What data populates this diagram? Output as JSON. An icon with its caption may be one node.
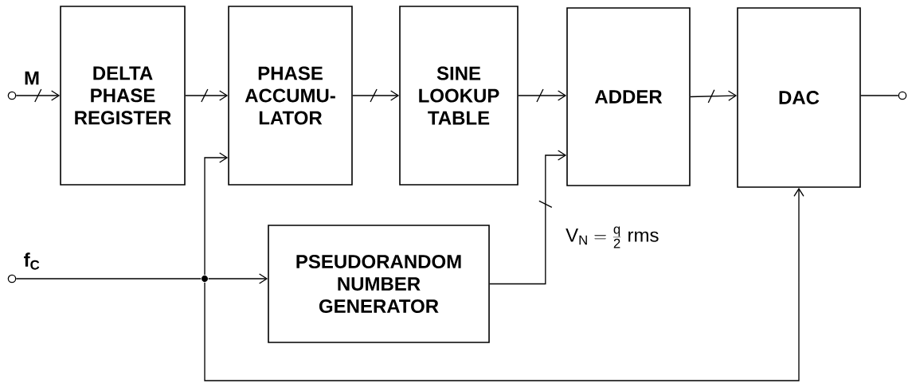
{
  "diagram": {
    "nodes": [
      {
        "text": [],
        "shape": "circle",
        "beside": [
          "M"
        ]
      },
      {
        "text": [
          "DELTA PHASE REGISTER"
        ]
      },
      {
        "text": [
          "PHASE ACCUMU- LATOR"
        ]
      },
      {
        "text": [
          "SINE LOOKUP TABLE"
        ]
      },
      {
        "text": [
          "ADDER"
        ]
      },
      {
        "text": [
          "DAC"
        ]
      },
      {
        "text": [],
        "shape": "circle"
      },
      {
        "text": [],
        "shape": "circle",
        "beside": [
          "f$_{C}$"
        ]
      },
      {
        "text": [
          "PSEUDORANDOM NUMBER GENERATOR"
        ]
      },
      {
        "text": [],
        "shape": "circle"
      }
    ],
    "edges": [
      {
        "from": 0,
        "to": 1,
        "arrow": "to"
      },
      {
        "from": 1,
        "to": 2,
        "arrow": "to"
      },
      {
        "from": 2,
        "to": 3,
        "arrow": "to"
      },
      {
        "from": 3,
        "to": 4,
        "arrow": "to"
      },
      {
        "from": 4,
        "to": 5,
        "arrow": "to"
      },
      {
        "from": 5,
        "to": 6,
        "arrow": "none"
      },
      {
        "from": 7,
        "to": 9,
        "arrow": "none"
      },
      {
        "from": 9,
        "to": 8,
        "arrow": "to"
      },
      {
        "from": 9,
        "to": 2,
        "arrow": "to"
      },
      {
        "from": 9,
        "to": 5,
        "arrow": "to"
      },
      {
        "from": 8,
        "to": 4,
        "arrow": "to"
      }
    ],
    "labels": [
      "\\mathsf{V}_{\\mathsf{N}} = \\frac{\\mathsf{q}}{\\mathsf{2}}\\ \\mathsf{rms}"
    ]
  }
}
